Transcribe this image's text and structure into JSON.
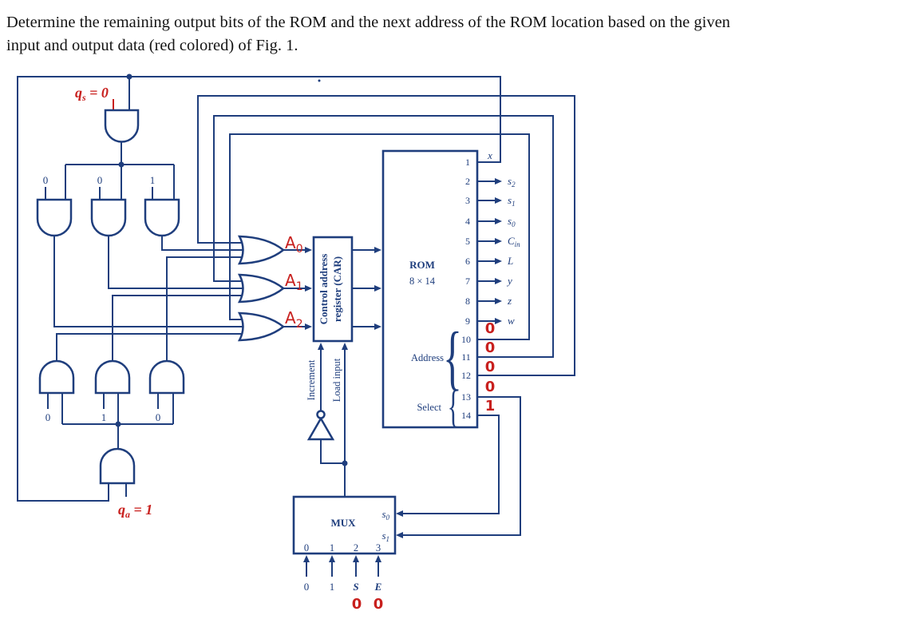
{
  "title": {
    "line1": "Determine the remaining output bits of the ROM and the next address of the ROM location based on the given",
    "line2": "input and output data (red colored) of Fig. 1."
  },
  "colors": {
    "navy": "#1f3e7d",
    "red": "#c8201e"
  },
  "gates": {
    "qs": {
      "base": "q",
      "sub": "s",
      "rest": " = 0"
    },
    "qa": {
      "base": "q",
      "sub": "a",
      "rest": " = 1"
    },
    "upper_inputs": [
      "0",
      "0",
      "1"
    ],
    "lower_inputs": [
      "0",
      "1",
      "0"
    ]
  },
  "or_outputs": [
    {
      "base": "A",
      "sub": "0"
    },
    {
      "base": "A",
      "sub": "1"
    },
    {
      "base": "A",
      "sub": "2"
    }
  ],
  "car": {
    "line1": "Control address",
    "line2": "register (CAR)",
    "increment": "Increment",
    "load": "Load input"
  },
  "rom": {
    "name": "ROM",
    "size": "8 × 14",
    "pins": [
      "1",
      "2",
      "3",
      "4",
      "5",
      "6",
      "7",
      "8",
      "9",
      "10",
      "11",
      "12",
      "13",
      "14"
    ],
    "address_label": "Address",
    "select_label": "Select",
    "brace": "{",
    "output_labels": [
      {
        "base": "x",
        "sub": ""
      },
      {
        "base": "s",
        "sub": "2"
      },
      {
        "base": "s",
        "sub": "1"
      },
      {
        "base": "s",
        "sub": "0"
      },
      {
        "base": "C",
        "sub": "in"
      },
      {
        "base": "L",
        "sub": ""
      },
      {
        "base": "y",
        "sub": ""
      },
      {
        "base": "z",
        "sub": ""
      },
      {
        "base": "w",
        "sub": ""
      }
    ],
    "given_values": [
      "0",
      "0",
      "0",
      "0",
      "1"
    ]
  },
  "mux": {
    "name": "MUX",
    "select_labels": [
      {
        "base": "s",
        "sub": "0"
      },
      {
        "base": "s",
        "sub": "1"
      }
    ],
    "ports": [
      "0",
      "1",
      "2",
      "3"
    ],
    "input_labels": [
      "0",
      "1",
      "S",
      "E"
    ],
    "given_values": [
      "0",
      "0"
    ]
  }
}
